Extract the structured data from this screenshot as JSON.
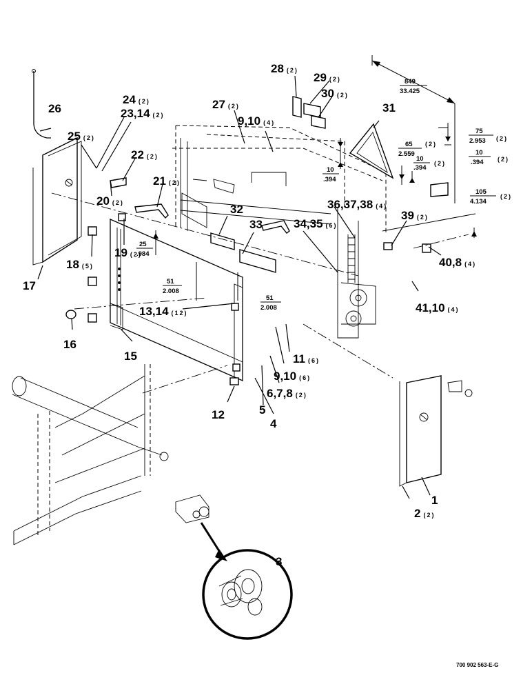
{
  "drawing_number": "700 902 563-E-G",
  "callouts": [
    {
      "id": "c1",
      "num": "1",
      "qty": ""
    },
    {
      "id": "c2",
      "num": "2",
      "qty": "(2)"
    },
    {
      "id": "c3",
      "num": "3",
      "qty": ""
    },
    {
      "id": "c4",
      "num": "4",
      "qty": ""
    },
    {
      "id": "c5",
      "num": "5",
      "qty": ""
    },
    {
      "id": "c678",
      "num": "6,7,8",
      "qty": "(2)"
    },
    {
      "id": "c910a",
      "num": "9,10",
      "qty": "(4)"
    },
    {
      "id": "c910b",
      "num": "9,10",
      "qty": "(6)"
    },
    {
      "id": "c11",
      "num": "11",
      "qty": "(6)"
    },
    {
      "id": "c12",
      "num": "12",
      "qty": ""
    },
    {
      "id": "c1314",
      "num": "13,14",
      "qty": "(12)"
    },
    {
      "id": "c15",
      "num": "15",
      "qty": ""
    },
    {
      "id": "c16",
      "num": "16",
      "qty": ""
    },
    {
      "id": "c17",
      "num": "17",
      "qty": ""
    },
    {
      "id": "c18",
      "num": "18",
      "qty": "(5)"
    },
    {
      "id": "c19",
      "num": "19",
      "qty": "(2)"
    },
    {
      "id": "c20",
      "num": "20",
      "qty": "(2)"
    },
    {
      "id": "c21",
      "num": "21",
      "qty": "(2)"
    },
    {
      "id": "c22",
      "num": "22",
      "qty": "(2)"
    },
    {
      "id": "c2314",
      "num": "23,14",
      "qty": "(2)"
    },
    {
      "id": "c24",
      "num": "24",
      "qty": "(2)"
    },
    {
      "id": "c25",
      "num": "25",
      "qty": "(2)"
    },
    {
      "id": "c26",
      "num": "26",
      "qty": ""
    },
    {
      "id": "c27",
      "num": "27",
      "qty": "(2)"
    },
    {
      "id": "c28",
      "num": "28",
      "qty": "(2)"
    },
    {
      "id": "c29",
      "num": "29",
      "qty": "(2)"
    },
    {
      "id": "c30",
      "num": "30",
      "qty": "(2)"
    },
    {
      "id": "c31",
      "num": "31",
      "qty": ""
    },
    {
      "id": "c32",
      "num": "32",
      "qty": ""
    },
    {
      "id": "c33",
      "num": "33",
      "qty": ""
    },
    {
      "id": "c3435",
      "num": "34,35",
      "qty": "(6)"
    },
    {
      "id": "c363738",
      "num": "36,37,38",
      "qty": "(4)"
    },
    {
      "id": "c39",
      "num": "39",
      "qty": "(2)"
    },
    {
      "id": "c408",
      "num": "40,8",
      "qty": "(4)"
    },
    {
      "id": "c4110",
      "num": "41,10",
      "qty": "(4)"
    }
  ],
  "dimensions": [
    {
      "id": "d849",
      "mm": "849",
      "inch": "33.425",
      "qty": ""
    },
    {
      "id": "d75",
      "mm": "75",
      "inch": "2.953",
      "qty": "(2)"
    },
    {
      "id": "d65",
      "mm": "65",
      "inch": "2.559",
      "qty": "(2)"
    },
    {
      "id": "d10a",
      "mm": "10",
      "inch": ".394",
      "qty": "(2)"
    },
    {
      "id": "d10b",
      "mm": "10",
      "inch": ".394",
      "qty": "(2)"
    },
    {
      "id": "d10c",
      "mm": "10",
      "inch": ".394",
      "qty": ""
    },
    {
      "id": "d105",
      "mm": "105",
      "inch": "4.134",
      "qty": "(2)"
    },
    {
      "id": "d25",
      "mm": "25",
      "inch": ".984",
      "qty": ""
    },
    {
      "id": "d51a",
      "mm": "51",
      "inch": "2.008",
      "qty": ""
    },
    {
      "id": "d51b",
      "mm": "51",
      "inch": "2.008",
      "qty": ""
    }
  ]
}
